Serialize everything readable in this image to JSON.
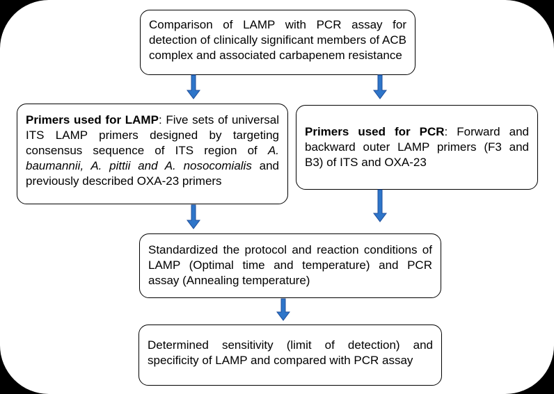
{
  "boxes": {
    "top": "Comparison of LAMP with PCR assay for detection of clinically significant members of ACB complex and associated carbapenem resistance",
    "lamp": {
      "heading": "Primers used for LAMP",
      "text_a": ": Five sets of universal ITS LAMP primers designed by targeting consensus sequence of ITS region of ",
      "species": "A. baumannii, A. pittii and A. nosocomialis",
      "text_b": " and previously described OXA-23 primers"
    },
    "pcr": {
      "heading": "Primers used for PCR",
      "text": ": Forward and backward outer LAMP primers (F3 and B3) of ITS and OXA-23"
    },
    "standardized": "Standardized the protocol and reaction conditions of LAMP (Optimal time and temperature) and PCR assay (Annealing temperature)",
    "determined": "Determined sensitivity (limit of detection) and specificity of LAMP and compared with PCR assay"
  },
  "colors": {
    "arrow": "#2e75c9",
    "arrow_outline": "#1f4e9a"
  }
}
